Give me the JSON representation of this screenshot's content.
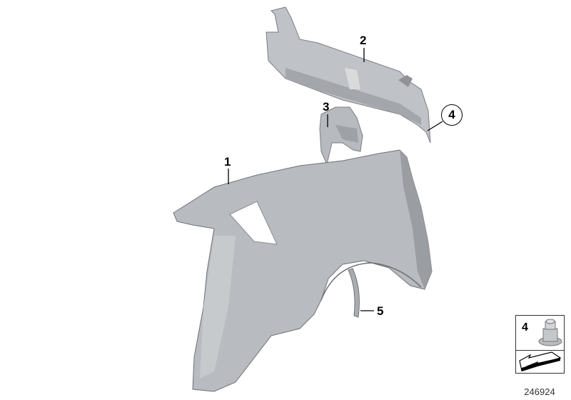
{
  "callouts": {
    "side_panel": "1",
    "rear_panel": "2",
    "bracket": "3",
    "nut": "4",
    "strip": "5"
  },
  "legend": {
    "part_number": "4",
    "icon": "threaded-nut-icon",
    "arrow_icon": "direction-arrow-icon"
  },
  "image_id": "246924",
  "colors": {
    "part_fill": "#b9bcc0",
    "part_shade": "#9a9ea3",
    "outline": "#6d7176"
  }
}
